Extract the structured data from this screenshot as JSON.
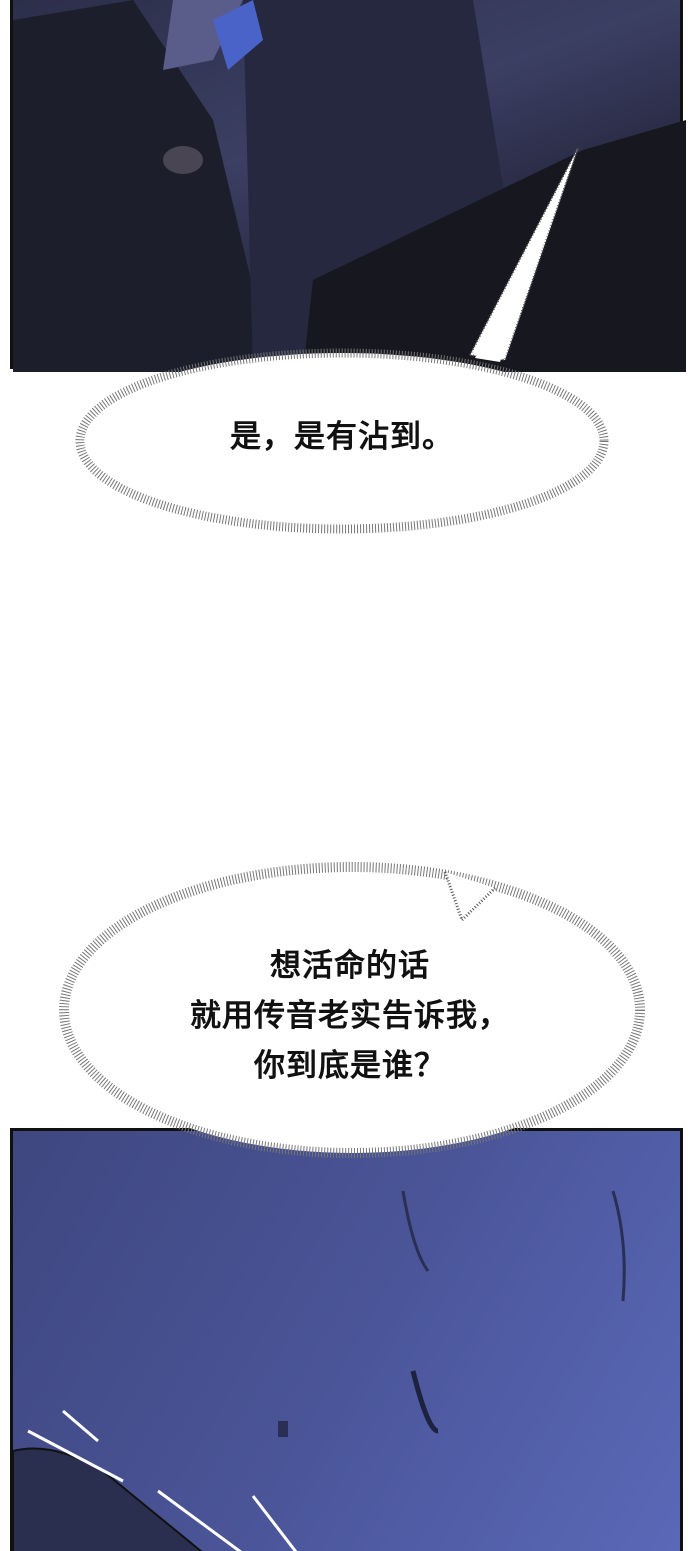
{
  "bubbles": [
    {
      "lines": [
        "是，是有沾到。"
      ]
    },
    {
      "lines": [
        "想活命的话",
        "就用传音老实告诉我，",
        "你到底是谁？"
      ]
    }
  ],
  "colors": {
    "top_panel": "#2c2f4a",
    "bottom_panel": "#4a5598",
    "bubble_fill": "#ffffff",
    "text": "#111111"
  }
}
